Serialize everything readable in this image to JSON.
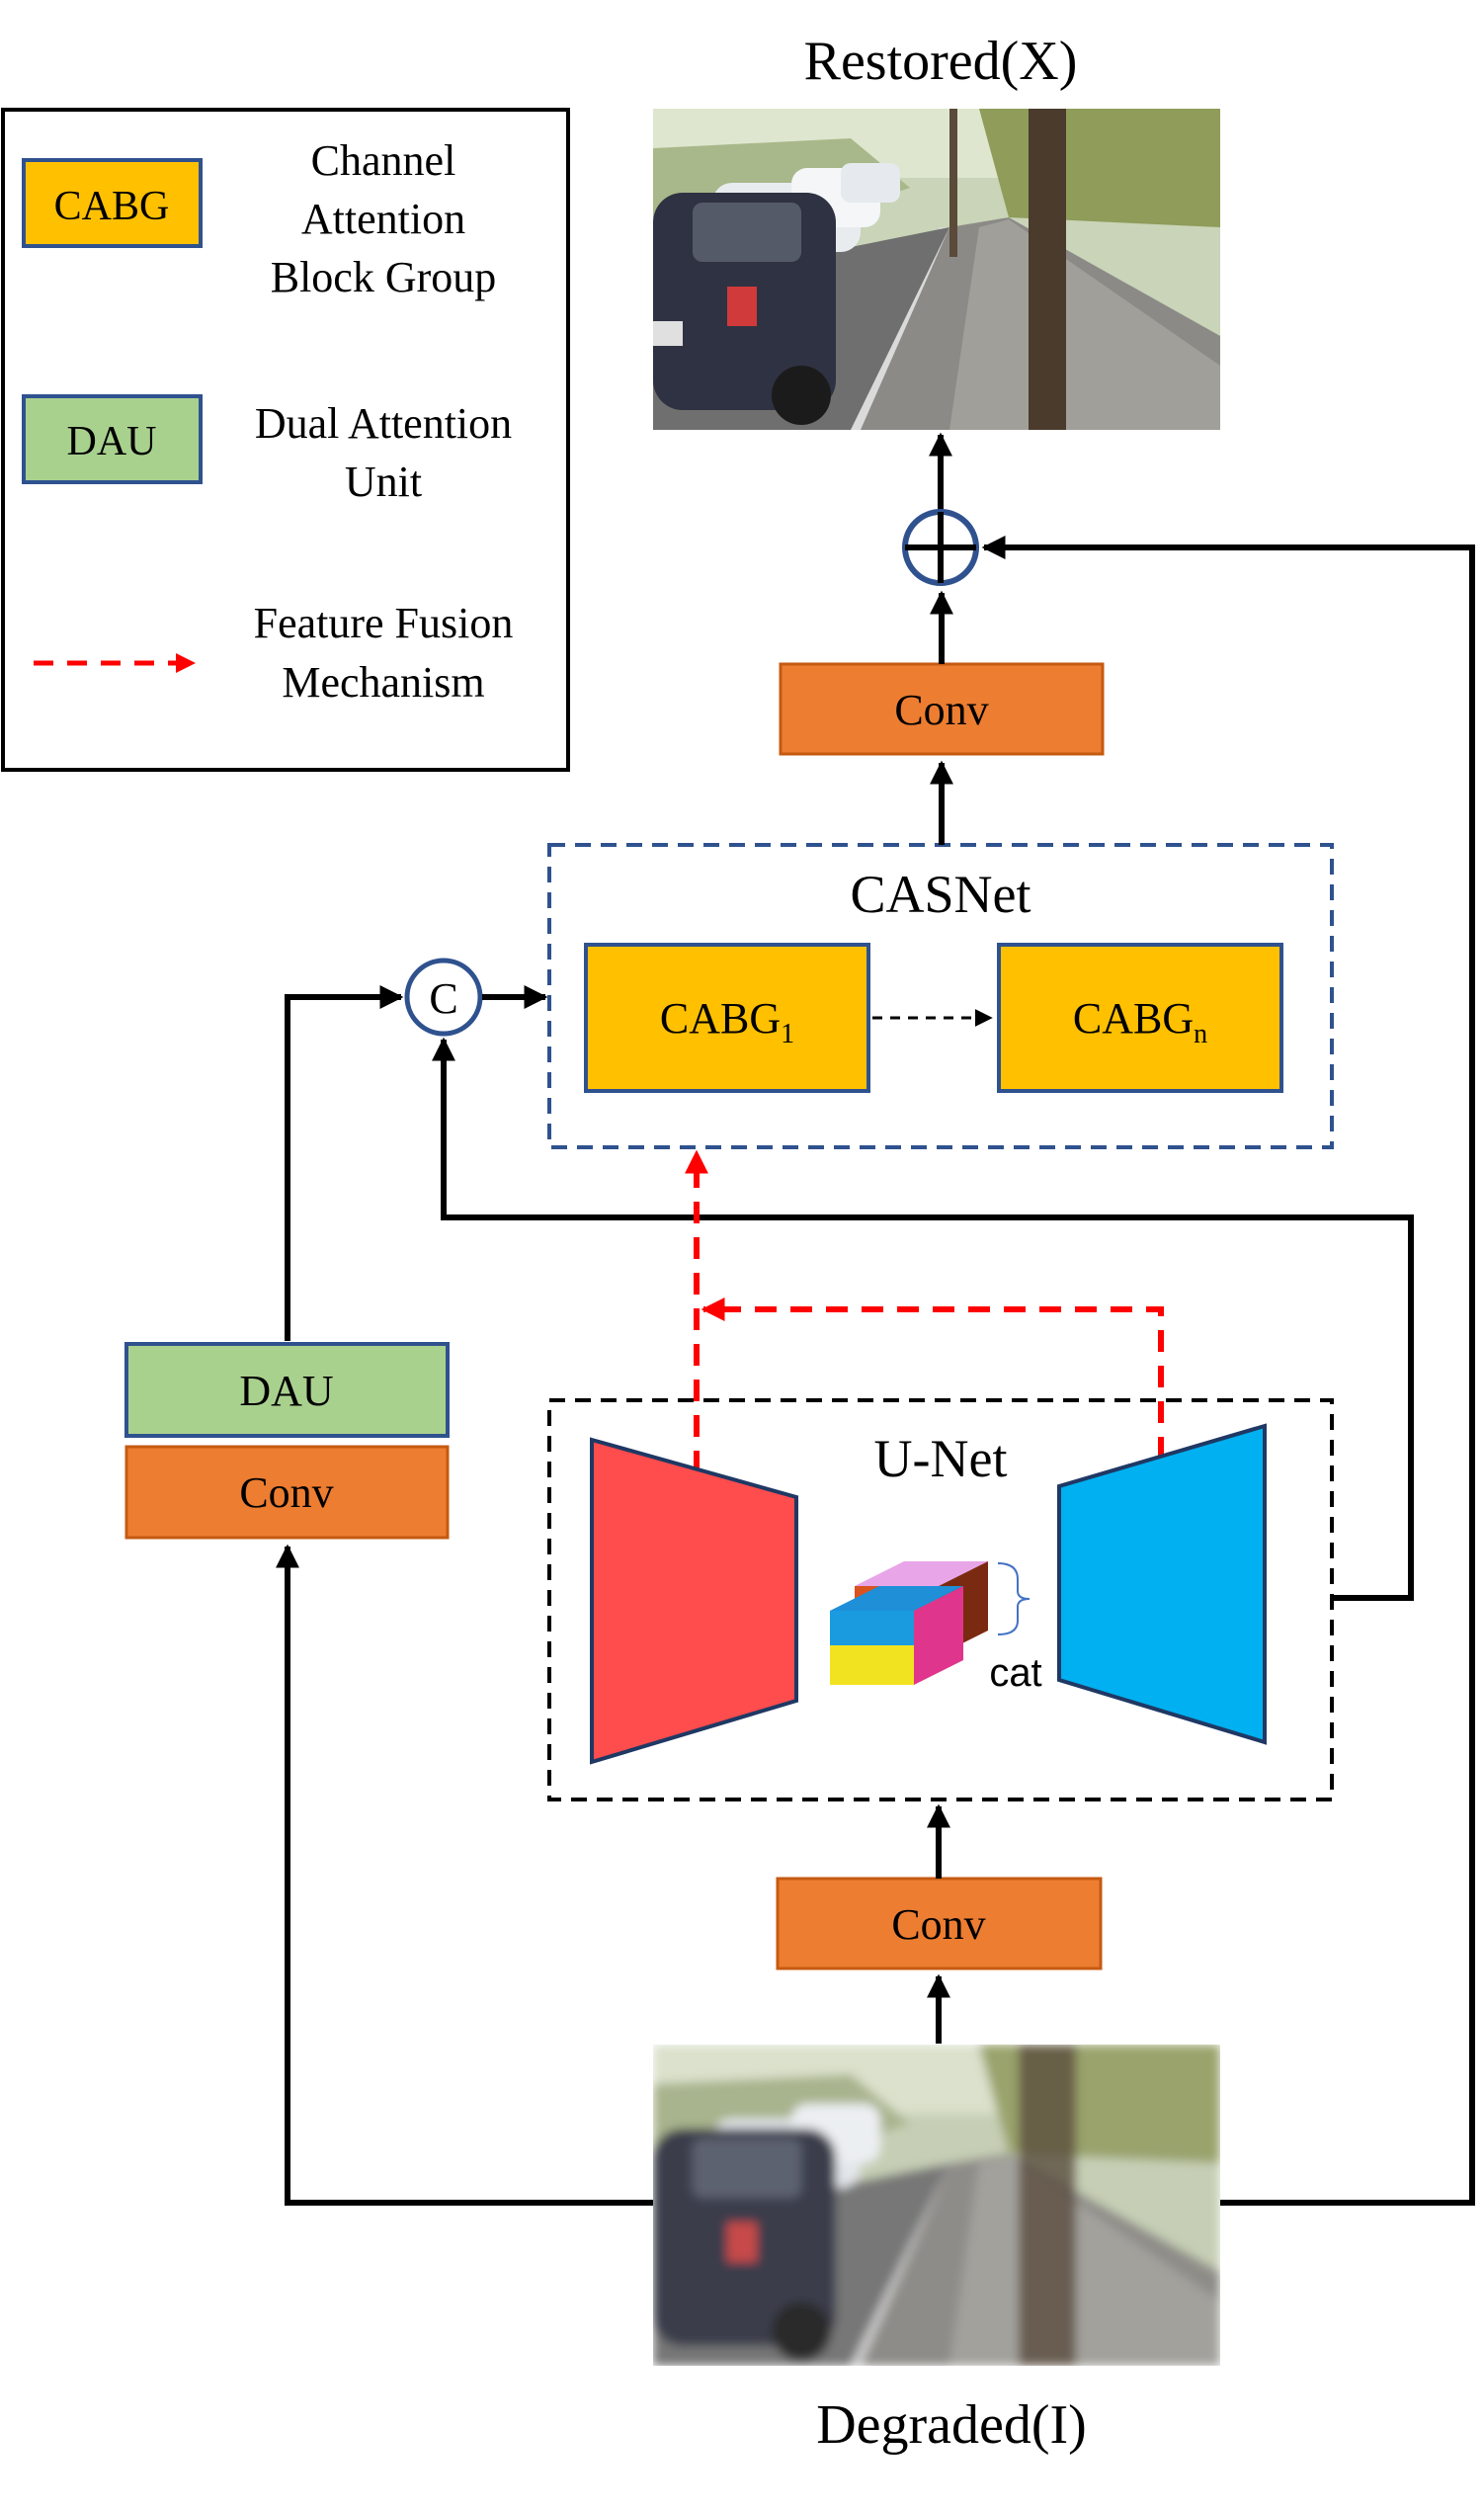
{
  "restored_label": "Restored(X)",
  "degraded_label": "Degraded(I)",
  "legend": {
    "cabg_box": "CABG",
    "cabg_desc": [
      "Channel",
      "Attention",
      "Block Group"
    ],
    "dau_box": "DAU",
    "dau_desc": [
      "Dual Attention",
      "Unit"
    ],
    "fusion_desc": [
      "Feature Fusion",
      "Mechanism"
    ]
  },
  "blocks": {
    "conv_top": "Conv",
    "conv_bottom": "Conv",
    "conv_left": "Conv",
    "dau": "DAU",
    "concat": "C",
    "casnet_title": "CASNet",
    "cabg1_base": "CABG",
    "cabg1_sub": "1",
    "cabgn_base": "CABG",
    "cabgn_sub": "n",
    "unet_title": "U-Net",
    "cat": "cat"
  },
  "colors": {
    "cabg": "#FFC000",
    "dau": "#A9D18E",
    "conv": "#ED7D31",
    "encoder": "#FF4C4C",
    "decoder": "#00B0F0",
    "fusion_arrow": "#FF0000",
    "box_border": "#2F528F"
  }
}
